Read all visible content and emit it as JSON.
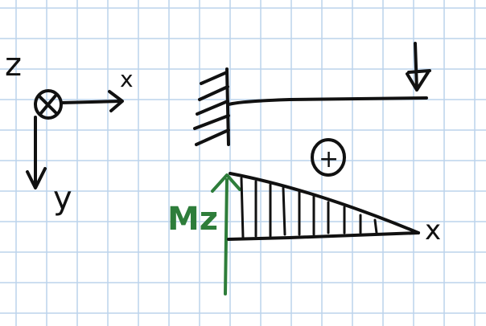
{
  "colors": {
    "grid": "#bcd3ec",
    "ink": "#111111",
    "moment": "#2e7d3a",
    "paper": "#ffffff"
  },
  "coordinate_system": {
    "z_label": "z",
    "x_label": "x",
    "y_label": "y"
  },
  "beam": {
    "support": "clamped",
    "load": "point-load-down-at-free-end"
  },
  "moment_diagram": {
    "axis_label": "Mz",
    "x_label": "x",
    "sign": "+"
  }
}
